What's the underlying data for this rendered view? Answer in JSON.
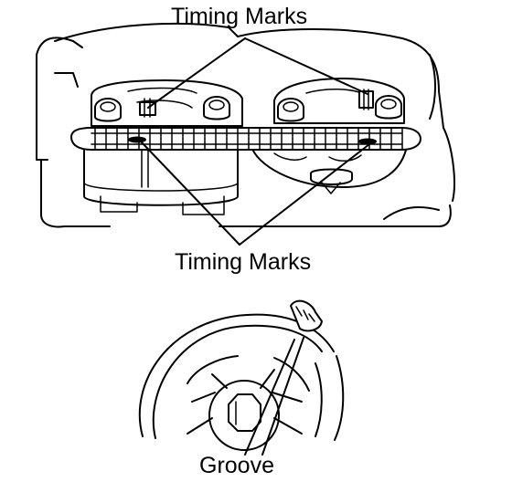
{
  "labels": {
    "timing_marks_top": "Timing Marks",
    "timing_marks_bottom": "Timing Marks",
    "groove": "Groove"
  }
}
